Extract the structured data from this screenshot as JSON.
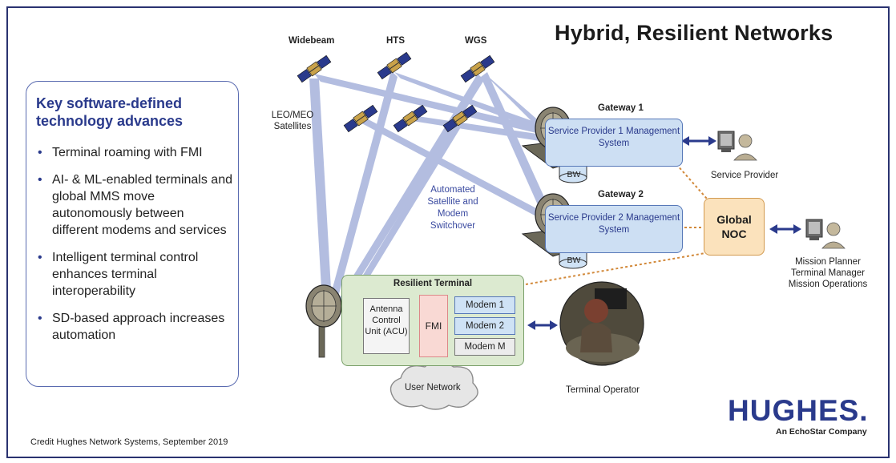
{
  "title": "Hybrid, Resilient Networks",
  "key_box": {
    "title": "Key software-defined technology advances",
    "bullets": [
      "Terminal roaming with FMI",
      "AI- & ML-enabled terminals and global MMS move autonomously between different modems and services",
      "Intelligent terminal control enhances terminal interoperability",
      "SD-based approach increases automation"
    ]
  },
  "satellites": {
    "widebeam": "Widebeam",
    "hts": "HTS",
    "wgs": "WGS",
    "leo_meo": "LEO/MEO Satellites"
  },
  "switchover_label": "Automated Satellite and Modem Switchover",
  "gateway1": {
    "label": "Gateway 1",
    "system": "Service Provider 1 Management System",
    "bw": "BW"
  },
  "gateway2": {
    "label": "Gateway 2",
    "system": "Service Provider 2 Management System",
    "bw": "BW"
  },
  "service_provider_label": "Service Provider",
  "global_noc": "Global NOC",
  "mission_label": "Mission Planner Terminal Manager Mission Operations",
  "resilient_terminal": {
    "title": "Resilient Terminal",
    "acu": "Antenna Control Unit (ACU)",
    "fmi": "FMI",
    "modems": [
      "Modem 1",
      "Modem 2",
      "Modem M"
    ]
  },
  "user_network": "User Network",
  "terminal_operator": "Terminal Operator",
  "logo": {
    "name": "HUGHES.",
    "tagline": "An EchoStar Company"
  },
  "credit": "Credit Hughes Network Systems, September 2019",
  "colors": {
    "frame": "#2a3270",
    "accent_blue": "#2a3a8c",
    "beam": "#9aa8d6",
    "noc_fill": "#fbe2bc",
    "terminal_fill": "#dcead0",
    "sp_fill": "#cddff3"
  }
}
